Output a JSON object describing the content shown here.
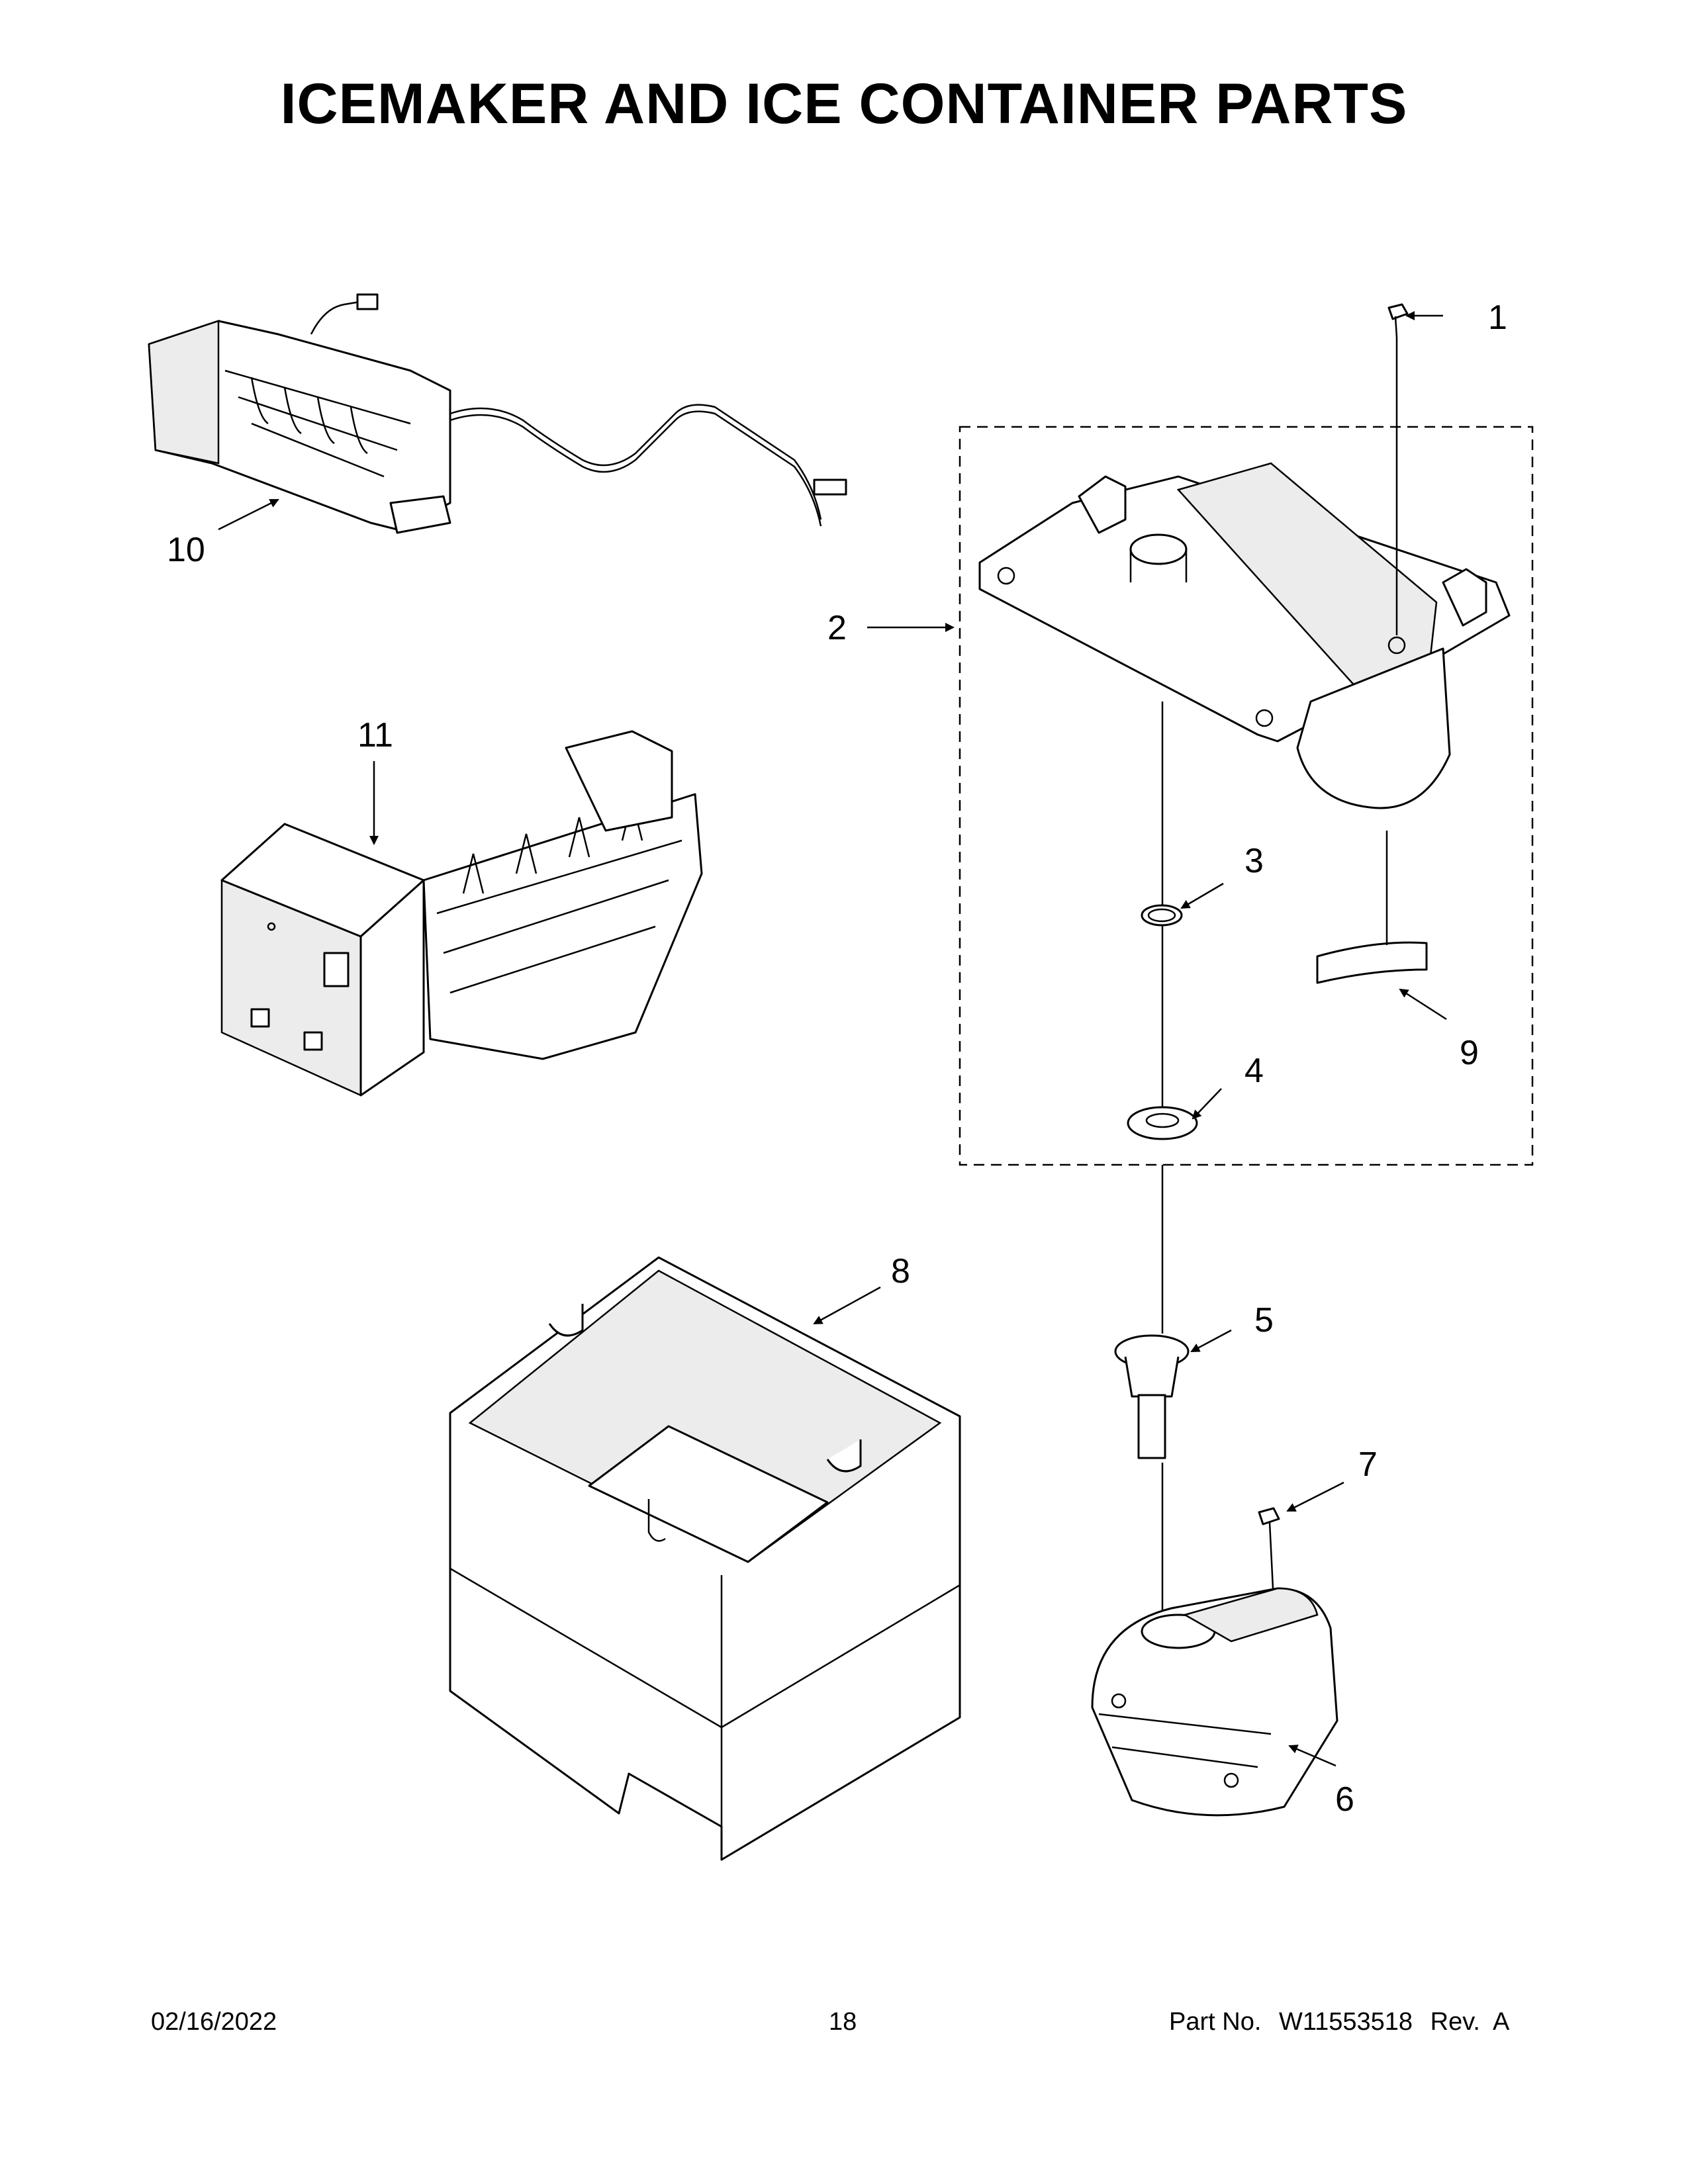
{
  "title": "ICEMAKER AND ICE CONTAINER PARTS",
  "callouts": [
    {
      "id": "1",
      "label": "1"
    },
    {
      "id": "2",
      "label": "2"
    },
    {
      "id": "3",
      "label": "3"
    },
    {
      "id": "4",
      "label": "4"
    },
    {
      "id": "5",
      "label": "5"
    },
    {
      "id": "6",
      "label": "6"
    },
    {
      "id": "7",
      "label": "7"
    },
    {
      "id": "8",
      "label": "8"
    },
    {
      "id": "9",
      "label": "9"
    },
    {
      "id": "10",
      "label": "10"
    },
    {
      "id": "11",
      "label": "11"
    }
  ],
  "footer": {
    "date": "02/16/2022",
    "page": "18",
    "part_label": "Part No.",
    "part_number": "W11553518",
    "revision": "Rev.  A"
  }
}
